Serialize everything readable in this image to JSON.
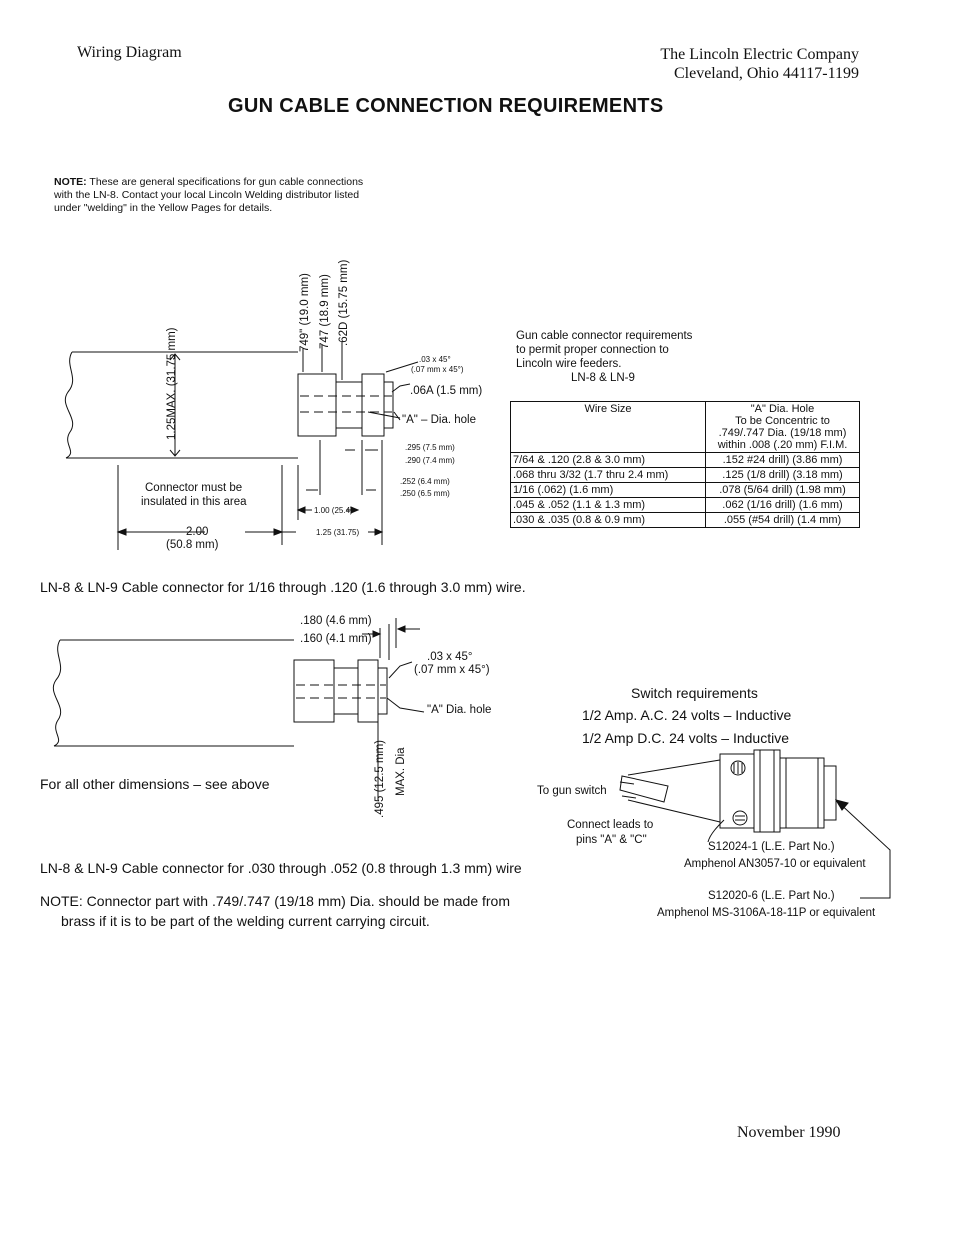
{
  "header": {
    "left": "Wiring Diagram",
    "company": "The Lincoln Electric Company",
    "address": "Cleveland, Ohio 44117-1199"
  },
  "title": "GUN CABLE CONNECTION REQUIREMENTS",
  "note_top": {
    "prefix": "NOTE:",
    "body": "These are general specifications for gun cable connections with the LN-8. Contact your local Lincoln Welding distributor listed under \"welding\" in the Yellow Pages for details."
  },
  "diagram1": {
    "vertical_dims": [
      "749\" (19.0 mm)",
      "747 (18.9 mm)",
      ".62D (15.75 mm)"
    ],
    "chamfer": [
      ".03 x 45°",
      "(.07 mm x 45°)"
    ],
    "dim_06a": ".06A (1.5 mm)",
    "a_dia_hole": "\"A\" – Dia. hole",
    "dim_125": "1.25MAX. (31.75 mm)",
    "dim_295": [
      ".295 (7.5 mm)",
      ".290 (7.4 mm)"
    ],
    "dim_252": [
      ".252 (6.4 mm)",
      ".250 (6.5 mm)"
    ],
    "dim_100": "1.00 (25.4)",
    "dim_125b": "1.25 (31.75)",
    "connector_note": [
      "Connector must be",
      "insulated in this area"
    ],
    "dim_200": [
      "2.00",
      "(50.8 mm)"
    ]
  },
  "requirements_caption": [
    "Gun cable connector requirements",
    "to permit proper connection to",
    "Lincoln wire feeders.",
    "LN-8 & LN-9"
  ],
  "table": {
    "header_wire": "Wire Size",
    "header_hole": [
      "\"A\" Dia. Hole",
      "To be Concentric to",
      ".749/.747 Dia. (19/18 mm)",
      "within .008 (.20 mm) F.I.M."
    ],
    "rows": [
      {
        "wire": "7/64 & .120 (2.8 & 3.0 mm)",
        "hole": ".152 #24 drill) (3.86 mm)"
      },
      {
        "wire": ".068 thru 3/32 (1.7 thru 2.4 mm)",
        "hole": ".125 (1/8 drill) (3.18 mm)"
      },
      {
        "wire": "1/16 (.062) (1.6 mm)",
        "hole": ".078 (5/64 drill) (1.98 mm)"
      },
      {
        "wire": ".045 & .052 (1.1 & 1.3 mm)",
        "hole": ".062 (1/16 drill) (1.6 mm)"
      },
      {
        "wire": ".030 & .035 (0.8 & 0.9 mm)",
        "hole": ".055 (#54 drill) (1.4 mm)"
      }
    ]
  },
  "caption1": "LN-8 & LN-9 Cable connector for 1/16 through .120 (1.6 through 3.0 mm) wire.",
  "diagram2": {
    "dim_180": ".180 (4.6 mm)",
    "dim_160": ".160 (4.1 mm)",
    "chamfer": [
      ".03 x 45°",
      "(.07 mm x 45°)"
    ],
    "a_dia_hole": "\"A\" Dia. hole",
    "dim_495": [
      ".495 (12.5 mm)",
      "MAX. Dia"
    ],
    "other_dims": "For all other dimensions – see above"
  },
  "switch": {
    "title": "Switch requirements",
    "ac": "1/2 Amp. A.C. 24 volts – Inductive",
    "dc": "1/2 Amp D.C. 24 volts – Inductive",
    "to_gun_switch": "To gun switch",
    "connect_leads": [
      "Connect leads to",
      "pins \"A\" & \"C\""
    ],
    "part1": "S12024-1 (L.E. Part No.)",
    "part1_desc": "Amphenol AN3057-10 or equivalent",
    "part2": "S12020-6 (L.E. Part No.)",
    "part2_desc": "Amphenol MS-3106A-18-11P or equivalent"
  },
  "caption2": "LN-8 & LN-9 Cable connector for .030 through .052 (0.8 through 1.3 mm) wire",
  "note_bottom": [
    "NOTE: Connector part with .749/.747 (19/18 mm) Dia. should be made from",
    "brass if it is to be part of the welding current carrying circuit."
  ],
  "footer_date": "November 1990"
}
